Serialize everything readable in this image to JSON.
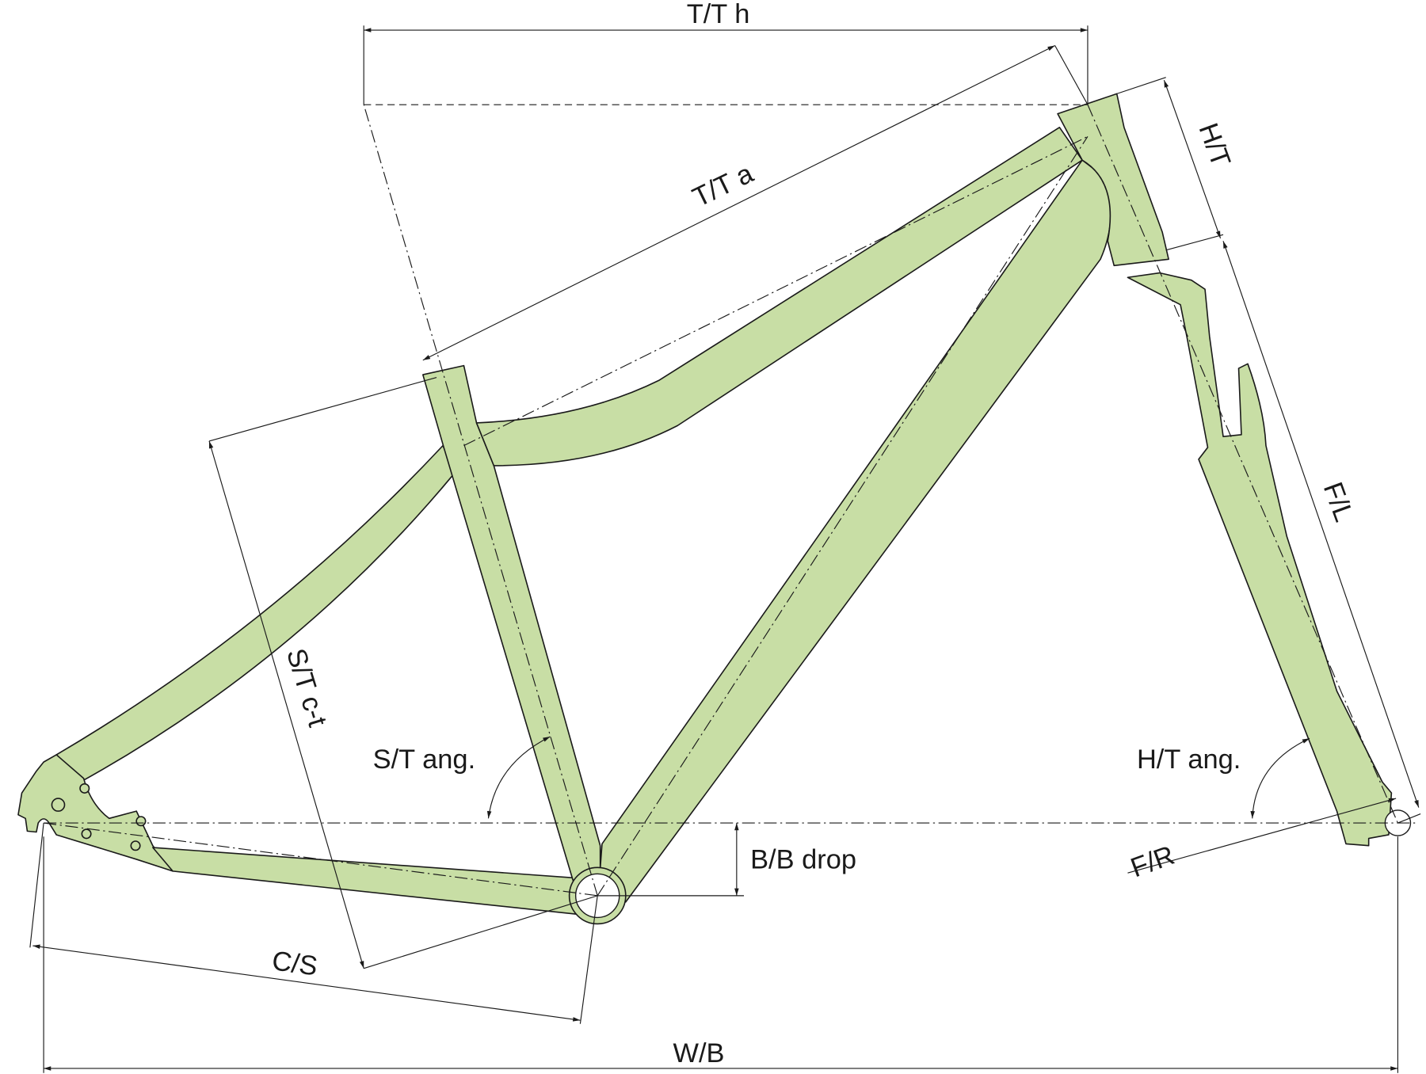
{
  "diagram": {
    "title": "Bicycle frame geometry",
    "frame_color": "#c8dea5",
    "line_color": "#1a1a1a",
    "labels": {
      "top_tube_horizontal": "T/T h",
      "top_tube_actual": "T/T a",
      "head_tube": "H/T",
      "fork_length": "F/L",
      "seat_tube_ct": "S/T c-t",
      "seat_tube_angle": "S/T ang.",
      "head_tube_angle": "H/T ang.",
      "bb_drop": "B/B drop",
      "fork_rake": "F/R",
      "chainstay": "C/S",
      "wheelbase": "W/B"
    }
  }
}
